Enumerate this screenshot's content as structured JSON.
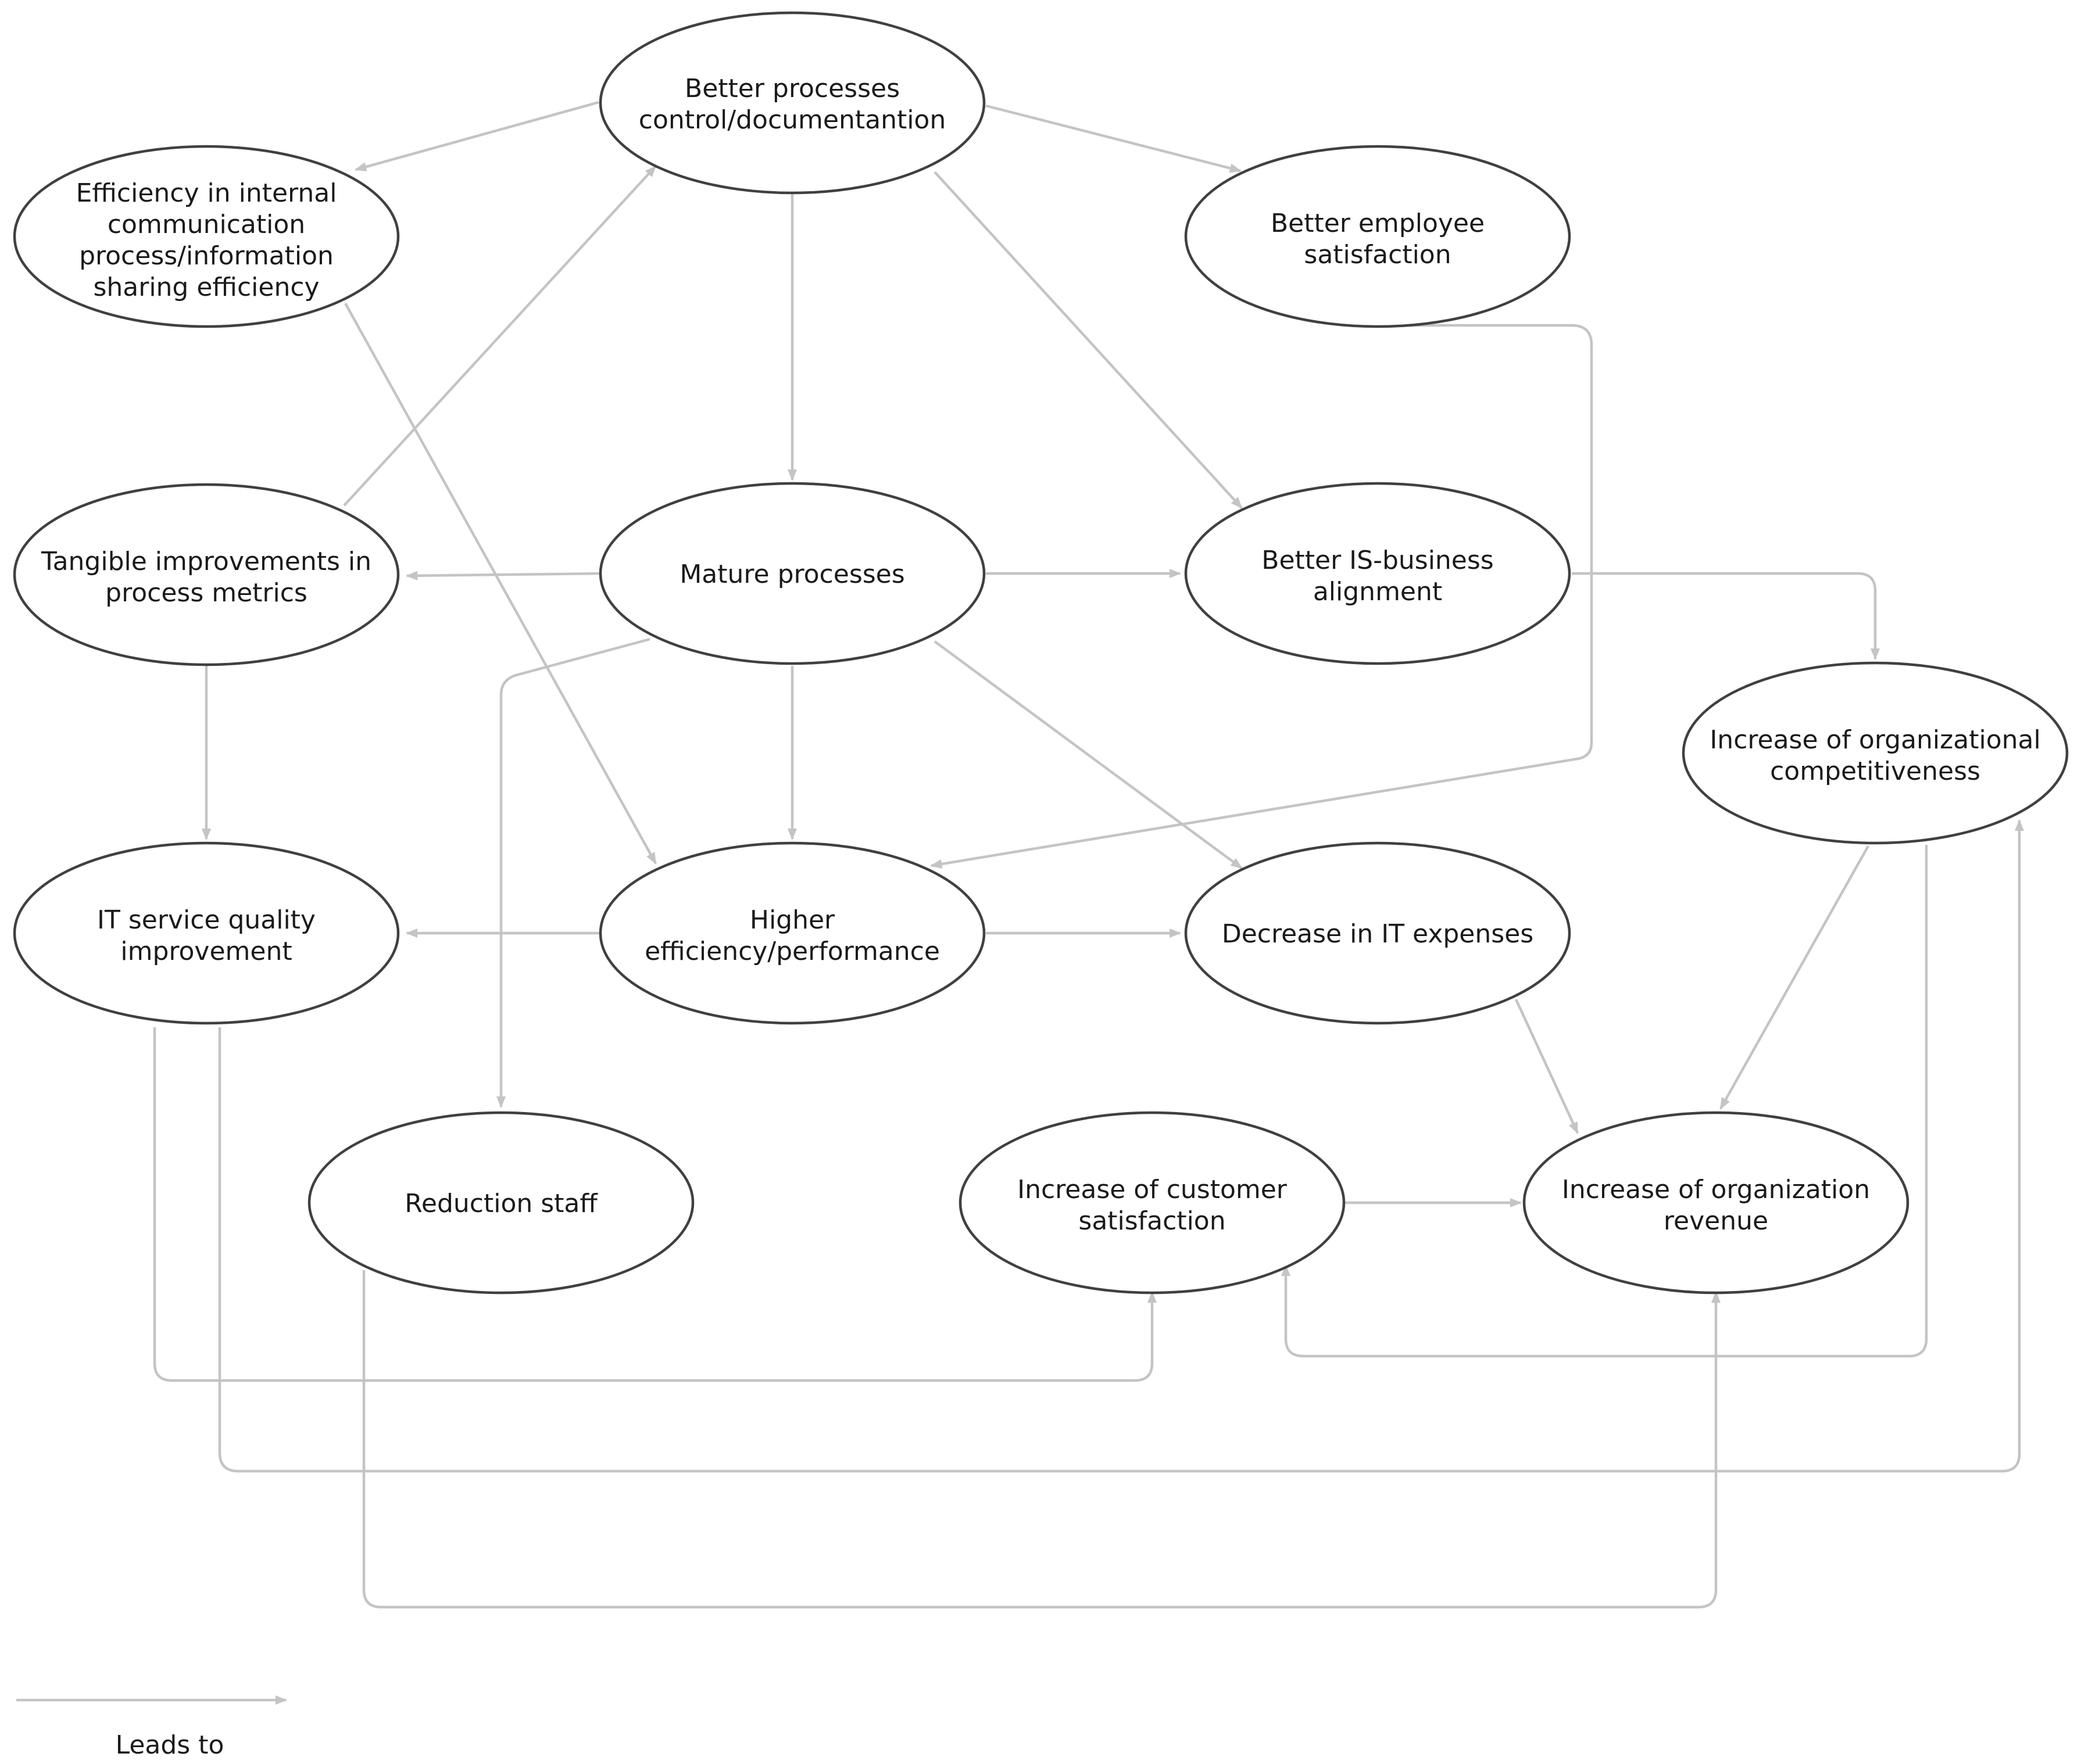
{
  "nodes": {
    "better_processes": {
      "lines": [
        "Better processes",
        "control/documentantion"
      ]
    },
    "efficiency_internal": {
      "lines": [
        "Efficiency in internal",
        "communication",
        "process/information",
        "sharing efficiency"
      ]
    },
    "employee_satisfaction": {
      "lines": [
        "Better employee",
        "satisfaction"
      ]
    },
    "tangible_improvements": {
      "lines": [
        "Tangible improvements in",
        "process metrics"
      ]
    },
    "mature_processes": {
      "lines": [
        "Mature processes"
      ]
    },
    "is_business_alignment": {
      "lines": [
        "Better IS-business",
        "alignment"
      ]
    },
    "org_competitiveness": {
      "lines": [
        "Increase of organizational",
        "competitiveness"
      ]
    },
    "it_service_quality": {
      "lines": [
        "IT service quality",
        "improvement"
      ]
    },
    "higher_efficiency": {
      "lines": [
        "Higher",
        "efficiency/performance"
      ]
    },
    "decrease_it_expenses": {
      "lines": [
        "Decrease in IT expenses"
      ]
    },
    "reduction_staff": {
      "lines": [
        "Reduction staff"
      ]
    },
    "customer_satisfaction": {
      "lines": [
        "Increase of customer",
        "satisfaction"
      ]
    },
    "org_revenue": {
      "lines": [
        "Increase of organization",
        "revenue"
      ]
    }
  },
  "legend": {
    "label": "Leads to"
  }
}
